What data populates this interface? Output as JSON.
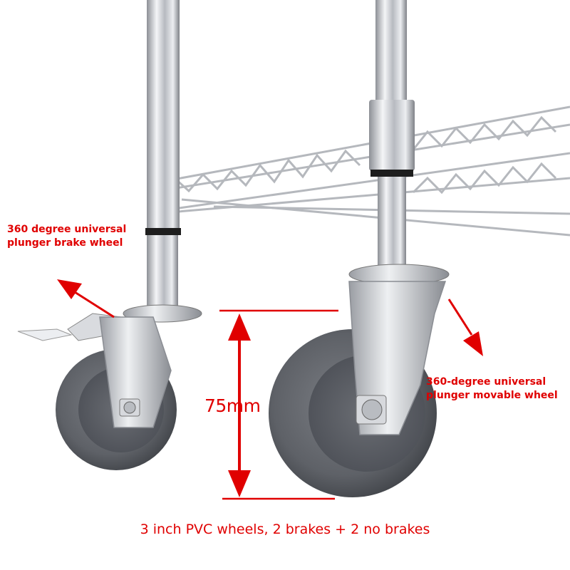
{
  "colors": {
    "annotation": "#e00000",
    "rubber": "#5a5d62",
    "chrome": "#c9ccd1"
  },
  "labels": {
    "brake_wheel": [
      "360 degree universal",
      "plunger brake wheel"
    ],
    "movable_wheel": [
      "360-degree universal",
      "plunger movable wheel"
    ],
    "dimension": "75mm",
    "caption": "3 inch PVC wheels, 2 brakes + 2 no brakes"
  }
}
